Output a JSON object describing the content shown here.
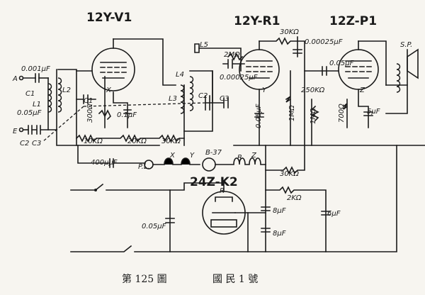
{
  "tubes": {
    "v1": "12Y-V1",
    "r1": "12Y-R1",
    "p1": "12Z-P1",
    "k2": "24Z-K2"
  },
  "caption": {
    "figure": "第 125 圖",
    "title": "國 民 1 號"
  },
  "labels": {
    "antenna_a": "A",
    "ground_e": "E",
    "c001": "0.001μF",
    "c1a": "C1",
    "c1b": "C1",
    "l1": "L1",
    "l2": "L2",
    "c005": "0.05μF",
    "c2": "C2",
    "c3a": "C3",
    "c3b": "C3",
    "c2b": "C2",
    "x1": "X",
    "r300": "300Ω",
    "c01": "0.1μF",
    "r10k": "10KΩ",
    "r20k": "20KΩ",
    "r30k_a": "30KΩ",
    "l3": "L3",
    "l4": "L4",
    "l5": "L5",
    "r2m": "2MΩ",
    "c00025a": "0.00025μF",
    "y1": "Y",
    "c005b": "0.05μF",
    "r30k_b": "30KΩ",
    "c00025b": "0.00025μF",
    "r250k": "250KΩ",
    "r1m": "1MΩ",
    "r1m2": "1MΩ",
    "c005c": "0.05μF",
    "z1": "Z",
    "r700": "700Ω",
    "c5": "5μF",
    "sp": "S.P.",
    "c400": "400μμF",
    "pl": "P.L.",
    "x2": "X",
    "y2": "Y",
    "b37": "B-37",
    "r_lbl": "R",
    "z2": "Z",
    "r30k_c": "30KΩ",
    "r2k": "2KΩ",
    "rk": "R",
    "c005d": "0.05μF",
    "c8a": "8μF",
    "c8b": "8μF",
    "c6": "6μF"
  }
}
